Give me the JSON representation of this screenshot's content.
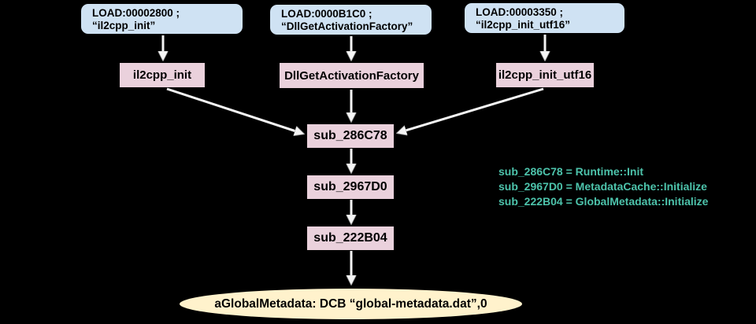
{
  "diagram": {
    "load_nodes": [
      {
        "line1": "LOAD:00002800 ;",
        "line2": "“il2cpp_init”"
      },
      {
        "line1": "LOAD:0000B1C0 ;",
        "line2": "“DllGetActivationFactory”"
      },
      {
        "line1": "LOAD:00003350 ;",
        "line2": "“il2cpp_init_utf16”"
      }
    ],
    "function_nodes": [
      {
        "label": "il2cpp_init"
      },
      {
        "label": "DllGetActivationFactory"
      },
      {
        "label": "il2cpp_init_utf16"
      },
      {
        "label": "sub_286C78"
      },
      {
        "label": "sub_2967D0"
      },
      {
        "label": "sub_222B04"
      }
    ],
    "data_node": {
      "label": "aGlobalMetadata: DCB “global-metadata.dat”,0"
    },
    "annotations": [
      "sub_286C78 = Runtime::Init",
      "sub_2967D0 = MetadataCache::Initialize",
      "sub_222B04 = GlobalMetadata::Initialize"
    ],
    "edges": [
      "LOAD:00002800 -> il2cpp_init",
      "LOAD:0000B1C0 -> DllGetActivationFactory",
      "LOAD:00003350 -> il2cpp_init_utf16",
      "il2cpp_init -> sub_286C78",
      "DllGetActivationFactory -> sub_286C78",
      "il2cpp_init_utf16 -> sub_286C78",
      "sub_286C78 -> sub_2967D0",
      "sub_2967D0 -> sub_222B04",
      "sub_222B04 -> aGlobalMetadata"
    ],
    "colors": {
      "background": "#000000",
      "load_fill": "#cfe2f3",
      "func_fill": "#ead1dc",
      "data_fill": "#fff2cc",
      "annotation_color": "#4dc3ab",
      "arrow": "#f5f5f5",
      "node_text": "#000000"
    }
  }
}
